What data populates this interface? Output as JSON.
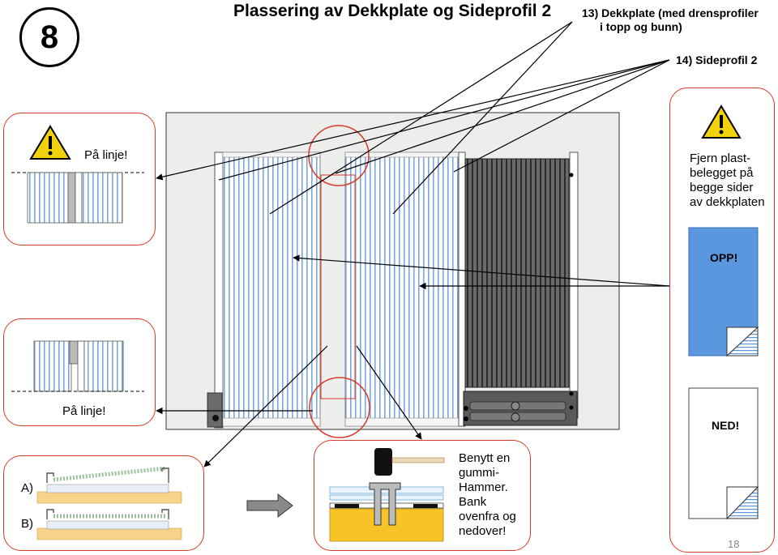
{
  "step_number": "8",
  "title": "Plassering av Dekkplate og Sideprofil 2",
  "callouts": {
    "dekkplate_line1": "13) Dekkplate (med drensprofiler",
    "dekkplate_line2": "i topp og bunn)",
    "sideprofil": "14) Sideprofil 2"
  },
  "panels": {
    "top_left_label": "På linje!",
    "mid_left_label": "På linje!",
    "row_a_label": "A)",
    "row_b_label": "B)",
    "tool_text": [
      "Benytt en",
      "gummi-",
      "Hammer.",
      "Bank",
      "ovenfra og",
      "nedover!"
    ],
    "warning_text": [
      "Fjern plast-",
      "belegget på",
      "begge sider",
      "av dekkplaten"
    ],
    "opp_label": "OPP!",
    "ned_label": "NED!"
  },
  "page_number": "18",
  "colors": {
    "accent_red": "#d63a2a",
    "panel_blue": "#5b97df",
    "stripe_blue": "#7ca8d8",
    "warning_yellow": "#f2d20c"
  },
  "icons": [
    "warning-icon",
    "rubber-hammer-icon",
    "arrow-right-icon",
    "page-corner-fold-icon"
  ]
}
